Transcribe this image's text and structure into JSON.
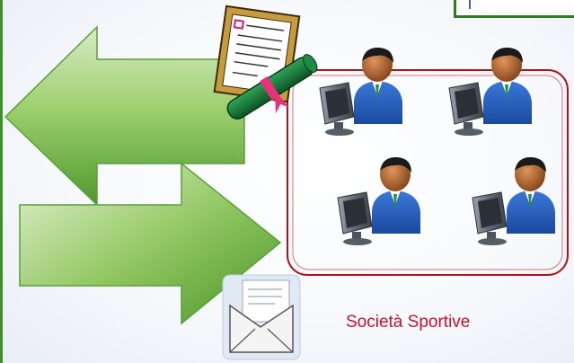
{
  "caption": "Società Sportive",
  "colors": {
    "arrow_green": "#7cc04e",
    "frame_red": "#b3121d",
    "caption_red": "#c8102e",
    "border_green": "#3f8f2a"
  },
  "icons": {
    "left_arrow": "left-arrow-icon",
    "right_arrow": "right-arrow-icon",
    "certificate": "diploma-certificate-icon",
    "envelope": "envelope-letter-icon",
    "user_computer": "user-at-computer-icon"
  },
  "users": [
    {
      "name": "user-computer-1"
    },
    {
      "name": "user-computer-2"
    },
    {
      "name": "user-computer-3"
    },
    {
      "name": "user-computer-4"
    }
  ]
}
